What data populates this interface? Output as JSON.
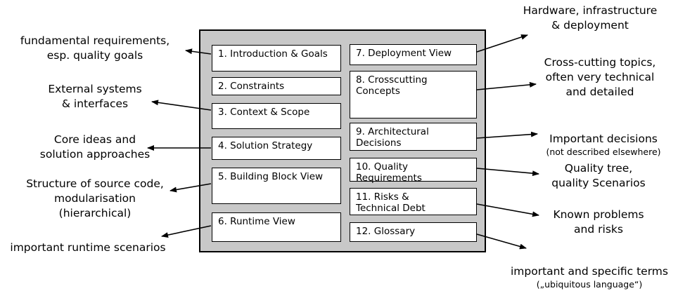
{
  "sections": [
    {
      "id": "introduction",
      "label": "1. Introduction & Goals"
    },
    {
      "id": "constraints",
      "label": "2. Constraints"
    },
    {
      "id": "context",
      "label": "3. Context & Scope"
    },
    {
      "id": "solution-strategy",
      "label": "4. Solution Strategy"
    },
    {
      "id": "building-block",
      "label": "5. Building Block View"
    },
    {
      "id": "runtime",
      "label": "6. Runtime View"
    },
    {
      "id": "deployment",
      "label": "7. Deployment View"
    },
    {
      "id": "crosscutting",
      "label": "8. Crosscutting\n    Concepts"
    },
    {
      "id": "decisions",
      "label": "9. Architectural\n    Decisions"
    },
    {
      "id": "quality",
      "label": "10. Quality Requirements"
    },
    {
      "id": "risks",
      "label": "11. Risks &\n    Technical Debt"
    },
    {
      "id": "glossary",
      "label": "12. Glossary"
    }
  ],
  "annotations": [
    {
      "id": "intro-note",
      "text": "fundamental requirements,\nesp. quality goals"
    },
    {
      "id": "context-note",
      "text": "External systems\n& interfaces"
    },
    {
      "id": "strategy-note",
      "text": "Core ideas and\nsolution approaches"
    },
    {
      "id": "building-note",
      "text": "Structure of source code,\nmodularisation\n(hierarchical)"
    },
    {
      "id": "runtime-note",
      "text": "important runtime scenarios"
    },
    {
      "id": "deployment-note",
      "text": "Hardware, infrastructure\n& deployment"
    },
    {
      "id": "crosscutting-note",
      "text": "Cross-cutting topics,\noften very technical\nand detailed"
    },
    {
      "id": "decisions-note",
      "text": "Important decisions",
      "sub": "(not described elsewhere)"
    },
    {
      "id": "quality-note",
      "text": "Quality tree,\nquality Scenarios"
    },
    {
      "id": "risks-note",
      "text": "Known problems\nand risks"
    },
    {
      "id": "glossary-note",
      "text": "important and specific terms",
      "sub": "(„ubiquitous language“)"
    }
  ]
}
